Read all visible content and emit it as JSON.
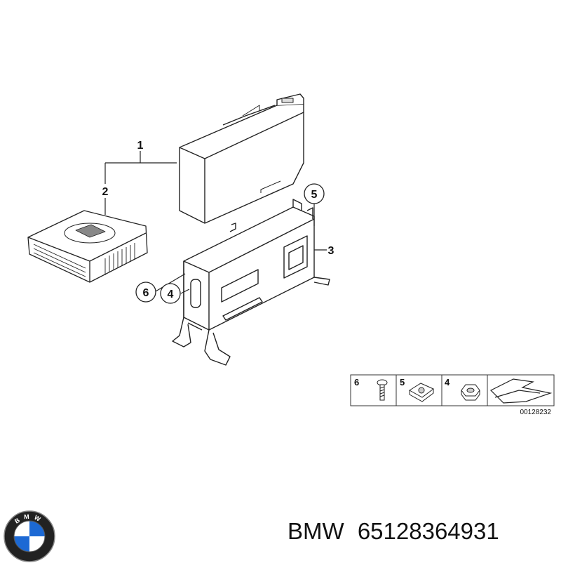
{
  "diagram": {
    "callouts": {
      "part1": "1",
      "part2": "2",
      "part3": "3",
      "part4": "4",
      "part5": "5",
      "part6": "6"
    },
    "legend": {
      "items": [
        {
          "number": "6",
          "icon": "screw-icon"
        },
        {
          "number": "5",
          "icon": "clip-nut-icon"
        },
        {
          "number": "4",
          "icon": "hex-nut-icon"
        }
      ],
      "arrow_icon": "assembly-arrow-icon",
      "reference_code": "00128232"
    }
  },
  "footer": {
    "logo_text": "BMW",
    "brand": "BMW",
    "part_number": "65128364931",
    "logo_colors": {
      "blue": "#1c69d4",
      "black": "#111111",
      "white": "#ffffff"
    }
  }
}
